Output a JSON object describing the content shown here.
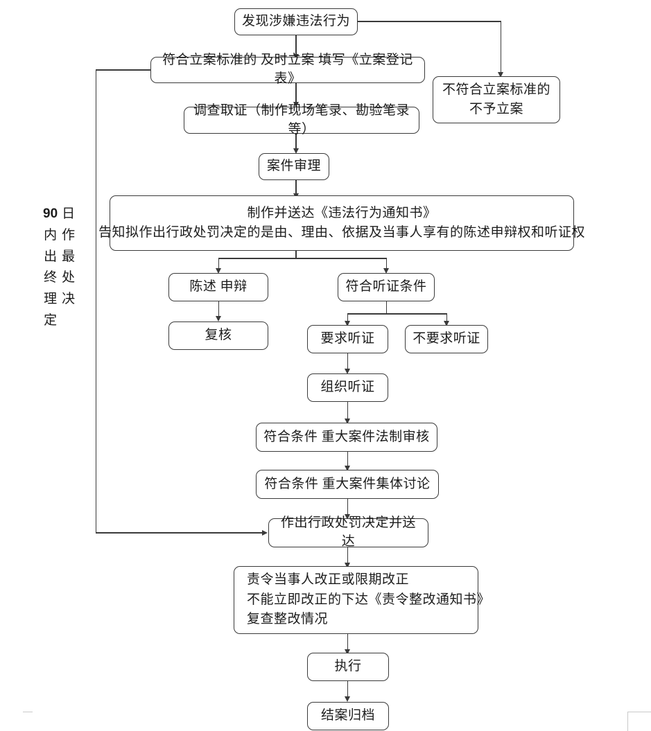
{
  "diagram": {
    "title": "行政处罚办案流程图",
    "type": "flowchart",
    "orientation": "top-to-bottom",
    "colors": {
      "stroke": "#3a3a3a",
      "text": "#1c1c1c",
      "background": "#ffffff",
      "crop_mark": "#c9c9c9"
    },
    "side_label": {
      "full_text": "90日内作出最终处理决定",
      "column_left": [
        "90",
        "内",
        "出",
        "终",
        "理",
        "定"
      ],
      "column_right": [
        "日",
        "作",
        "最",
        "处",
        "决"
      ]
    },
    "nodes": [
      {
        "id": "n1",
        "label": "发现涉嫌违法行为"
      },
      {
        "id": "n2",
        "label": "不符合立案标准的\n不予立案",
        "lines": [
          "不符合立案标准的",
          "不予立案"
        ]
      },
      {
        "id": "n3",
        "label": "符合立案标准的  及时立案  填写《立案登记表》"
      },
      {
        "id": "n4",
        "label": "调查取证（制作现场笔录、勘验笔录等）"
      },
      {
        "id": "n5",
        "label": "案件审理"
      },
      {
        "id": "n6",
        "label": "制作并送达《违法行为通知书》\n告知拟作出行政处罚决定的是由、理由、依据及当事人享有的陈述申辩权和听证权",
        "lines": [
          "制作并送达《违法行为通知书》",
          "告知拟作出行政处罚决定的是由、理由、依据及当事人享有的陈述申辩权和听证权"
        ]
      },
      {
        "id": "n7",
        "label": "陈述  申辩"
      },
      {
        "id": "n8",
        "label": "符合听证条件"
      },
      {
        "id": "n9",
        "label": "复核"
      },
      {
        "id": "n10",
        "label": "要求听证"
      },
      {
        "id": "n11",
        "label": "不要求听证"
      },
      {
        "id": "n12",
        "label": "组织听证"
      },
      {
        "id": "n13",
        "label": "符合条件  重大案件法制审核"
      },
      {
        "id": "n14",
        "label": "符合条件  重大案件集体讨论"
      },
      {
        "id": "n15",
        "label": "作出行政处罚决定并送达"
      },
      {
        "id": "n16",
        "label": "责令当事人改正或限期改正\n不能立即改正的下达《责令整改通知书》\n复查整改情况",
        "lines": [
          "责令当事人改正或限期改正",
          "不能立即改正的下达《责令整改通知书》",
          "复查整改情况"
        ]
      },
      {
        "id": "n17",
        "label": "执行"
      },
      {
        "id": "n18",
        "label": "结案归档"
      }
    ],
    "edges": [
      {
        "from": "n1",
        "to": "n2",
        "style": "elbow-right-down"
      },
      {
        "from": "n1",
        "to": "n3",
        "style": "straight-down"
      },
      {
        "from": "n3",
        "to": "n4",
        "style": "straight-down"
      },
      {
        "from": "n4",
        "to": "n5",
        "style": "straight-down"
      },
      {
        "from": "n5",
        "to": "n6",
        "style": "straight-down"
      },
      {
        "from": "n6",
        "to": "n7",
        "style": "split-left"
      },
      {
        "from": "n6",
        "to": "n8",
        "style": "split-right"
      },
      {
        "from": "n7",
        "to": "n9",
        "style": "straight-down"
      },
      {
        "from": "n8",
        "to": "n10",
        "style": "split-left"
      },
      {
        "from": "n8",
        "to": "n11",
        "style": "split-right"
      },
      {
        "from": "n10",
        "to": "n12",
        "style": "straight-down"
      },
      {
        "from": "n12",
        "to": "n13",
        "style": "straight-down"
      },
      {
        "from": "n13",
        "to": "n14",
        "style": "straight-down"
      },
      {
        "from": "n14",
        "to": "n15",
        "style": "straight-down"
      },
      {
        "from": "n3",
        "to": "n15",
        "style": "feedback-left-loop"
      },
      {
        "from": "n15",
        "to": "n16",
        "style": "straight-down"
      },
      {
        "from": "n16",
        "to": "n17",
        "style": "straight-down"
      },
      {
        "from": "n17",
        "to": "n18",
        "style": "straight-down"
      }
    ]
  }
}
